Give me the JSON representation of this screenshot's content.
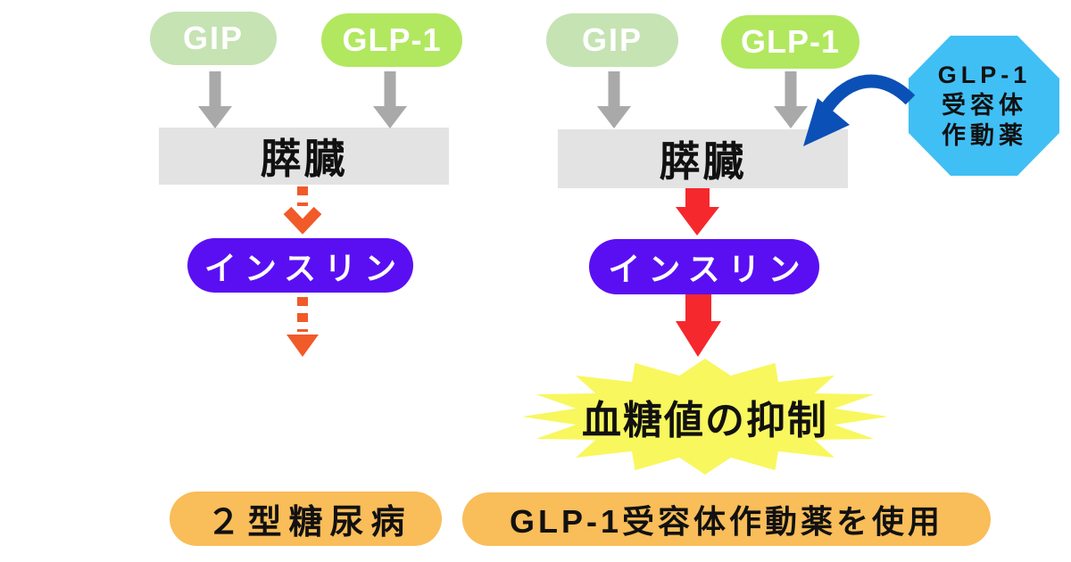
{
  "diagram": {
    "left_panel": {
      "gip_label": "GIP",
      "glp1_label": "GLP-1",
      "pancreas_label": "膵臓",
      "insulin_label": "インスリン",
      "caption": "２型糖尿病"
    },
    "right_panel": {
      "gip_label": "GIP",
      "glp1_label": "GLP-1",
      "pancreas_label": "膵臓",
      "insulin_label": "インスリン",
      "drug_octagon": {
        "line1": "GLP-1",
        "line2": "受容体",
        "line3": "作動薬"
      },
      "result_label": "血糖値の抑制",
      "caption": "GLP-1受容体作動薬を使用"
    },
    "colors": {
      "background": "#ffffff",
      "gip_green": "#c6e3b4",
      "glp1_green": "#b1e85f",
      "pancreas_gray": "#e3e3e3",
      "insulin_purple": "#5a0ff2",
      "arrow_gray": "#a9a9a9",
      "arrow_orange": "#f15a29",
      "arrow_red": "#f5282d",
      "curved_arrow_blue": "#0b50b6",
      "octagon_blue": "#40bff5",
      "starburst_yellow": "#f8f75e",
      "caption_orange": "#f9bd59",
      "text_black": "#111111",
      "text_white": "#ffffff"
    }
  }
}
